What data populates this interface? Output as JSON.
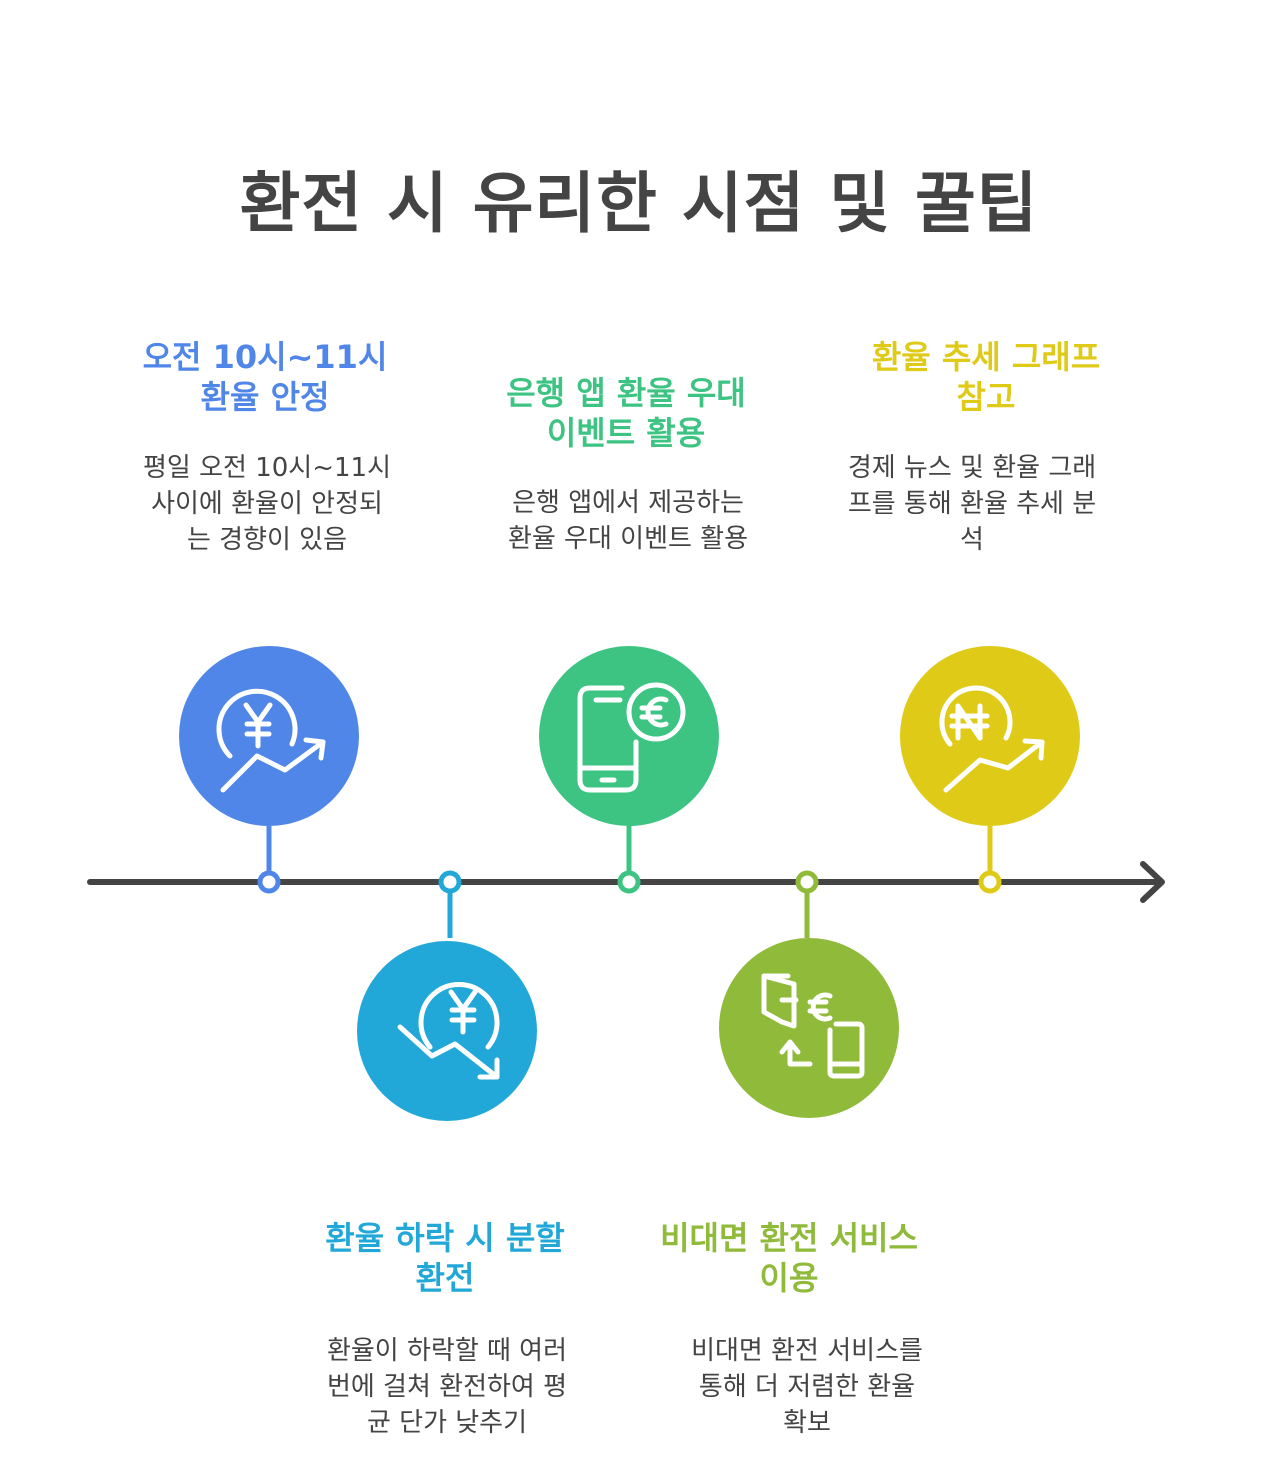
{
  "title": "환전 시 유리한 시점 및 꿀팁",
  "colors": {
    "blue": "#4f86e8",
    "cyan": "#21a8d9",
    "green": "#3dc483",
    "lime": "#8fba3a",
    "yellow": "#dfca18",
    "axis": "#444444"
  },
  "items": [
    {
      "head_line1": "오전 10시~11시",
      "head_line2": "환율 안정",
      "desc_line1": "평일 오전 10시~11시",
      "desc_line2": "사이에 환율이 안정되",
      "desc_line3": "는 경향이 있음",
      "icon": "yen-coin-rising-trend-icon"
    },
    {
      "head_line1": "환율 하락 시 분할",
      "head_line2": "환전",
      "desc_line1": "환율이 하락할 때 여러",
      "desc_line2": "번에 걸쳐 환전하여 평",
      "desc_line3": "균 단가 낮추기",
      "icon": "yen-coin-falling-trend-icon"
    },
    {
      "head_line1": "은행 앱 환율 우대",
      "head_line2": "이벤트 활용",
      "desc_line1": "은행 앱에서 제공하는",
      "desc_line2": "환율 우대 이벤트 활용",
      "icon": "phone-euro-icon"
    },
    {
      "head_line1": "비대면 환전 서비스",
      "head_line2": "이용",
      "desc_line1": "비대면 환전 서비스를",
      "desc_line2": "통해 더 저렴한 환율",
      "desc_line3": "확보",
      "icon": "wallet-euro-exchange-icon"
    },
    {
      "head_line1": "환율 추세 그래프",
      "head_line2": "참고",
      "desc_line1": "경제 뉴스 및 환율 그래",
      "desc_line2": "프를 통해 환율 추세 분",
      "desc_line3": "석",
      "icon": "won-coin-rising-trend-icon"
    }
  ]
}
